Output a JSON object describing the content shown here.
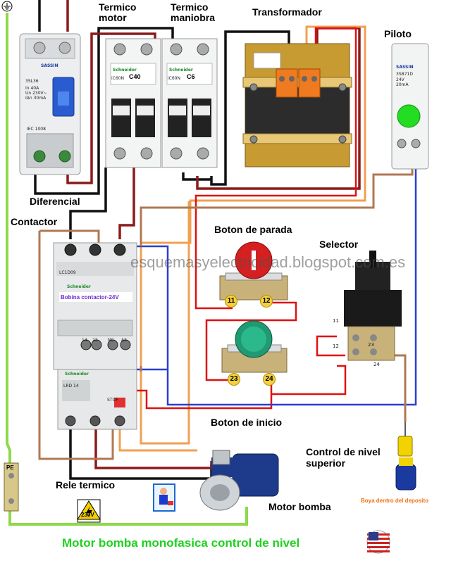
{
  "labels": {
    "termico_motor": "Termico\nmotor",
    "termico_maniobra": "Termico\nmaniobra",
    "transformador": "Transformador",
    "piloto": "Piloto",
    "diferencial": "Diferencial",
    "contactor": "Contactor",
    "boton_parada": "Boton de parada",
    "selector": "Selector",
    "boton_inicio": "Boton de inicio",
    "control_nivel": "Control de nivel\nsuperior",
    "boya": "Boya dentro del deposito",
    "rele_termico": "Rele termico",
    "motor_bomba": "Motor bomba",
    "title": "Motor bomba monofasica control de nivel",
    "watermark": "esquemasyelectricidad.blogspot.com.es",
    "bobina": "Bobina contactor-24V",
    "voltage_sign": "230V",
    "pe": "PE"
  },
  "device_text": {
    "sassin_diff": "SASSIN",
    "diff_model": "3SL36",
    "diff_spec": "In 40A\nUn 230V~\nIΔn 30mA",
    "diff_iec": "IEC 1008",
    "c40": "C40",
    "c6": "C6",
    "schneider": "Schneider",
    "ic60n": "iC60N",
    "contactor_model": "LC1D09",
    "piloto_brand": "SASSIN",
    "piloto_model": "3SB71D",
    "piloto_spec": "24V\n20mA",
    "contact_14": "14",
    "contact_22": "22",
    "contact_nc": "NC",
    "contact_a2": "A2",
    "stop": "STOP",
    "relay_model": "LRD 14",
    "selector_11": "11",
    "selector_12": "12",
    "selector_23": "23",
    "selector_24": "24",
    "parada_11": "11",
    "parada_12": "12",
    "inicio_23": "23",
    "inicio_24": "24"
  },
  "colors": {
    "wire_black": "#111111",
    "wire_brown": "#8b1a1a",
    "wire_orange": "#f0a050",
    "wire_red": "#e01010",
    "wire_blue": "#2a3fd0",
    "wire_green": "#8ed94a",
    "wire_tan": "#b07850",
    "title_green": "#1fd11f",
    "boya_orange": "#f07010",
    "pilot_green": "#22dd22"
  }
}
